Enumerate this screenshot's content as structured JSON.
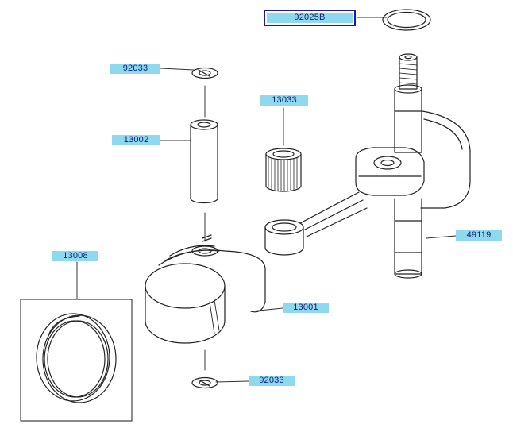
{
  "callouts": {
    "c92025b": "92025B",
    "c92033_top": "92033",
    "c13033": "13033",
    "c13002": "13002",
    "c13008": "13008",
    "c49119": "49119",
    "c13001": "13001",
    "c92033_bottom": "92033"
  },
  "selected_part": "92025B",
  "colors": {
    "label_fill": "#8fd9f0",
    "label_text": "#0a1e6e",
    "selection_outline": "#1a1aa8",
    "line_art": "#222222"
  },
  "icons": [
    "gasket-ring",
    "circlip",
    "piston-pin",
    "needle-bearing",
    "piston",
    "piston-ring-set",
    "crankshaft-connecting-rod"
  ]
}
